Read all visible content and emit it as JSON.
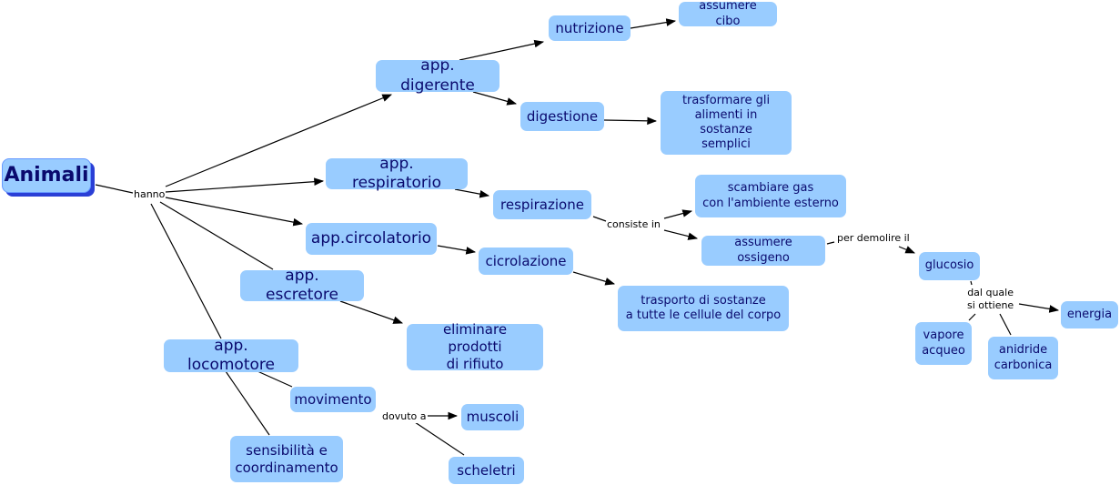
{
  "colors": {
    "node_fill": "#99ccff",
    "node_text": "#0a0a6e",
    "edge": "#000000",
    "main_shadow": "#2a3fd6"
  },
  "nodes": {
    "animali": "Animali",
    "digerente": "app. digerente",
    "nutrizione": "nutrizione",
    "assumere_cibo": "assumere cibo",
    "digestione": "digestione",
    "trasformare": "trasformare gli\nalimenti in sostanze\nsemplici",
    "respiratorio": "app. respiratorio",
    "respirazione": "respirazione",
    "scambiare": "scambiare gas\ncon l'ambiente esterno",
    "ossigeno": "assumere ossigeno",
    "glucosio": "glucosio",
    "energia": "energia",
    "vapore": "vapore\nacqueo",
    "anidride": "anidride\ncarbonica",
    "circolatorio": "app.circolatorio",
    "circolazione": "cicrolazione",
    "trasporto": "trasporto di sostanze\na tutte le cellule del corpo",
    "escretore": "app. escretore",
    "eliminare": "eliminare prodotti\ndi rifiuto",
    "locomotore": "app. locomotore",
    "movimento": "movimento",
    "muscoli": "muscoli",
    "scheletri": "scheletri",
    "sensibilita": "sensibilità e\ncoordinamento"
  },
  "links": {
    "hanno": "hanno",
    "consiste_in": "consiste in",
    "per_demolire": "per demolire il",
    "dal_quale": "dal quale\nsi ottiene",
    "dovuto_a": "dovuto a"
  }
}
